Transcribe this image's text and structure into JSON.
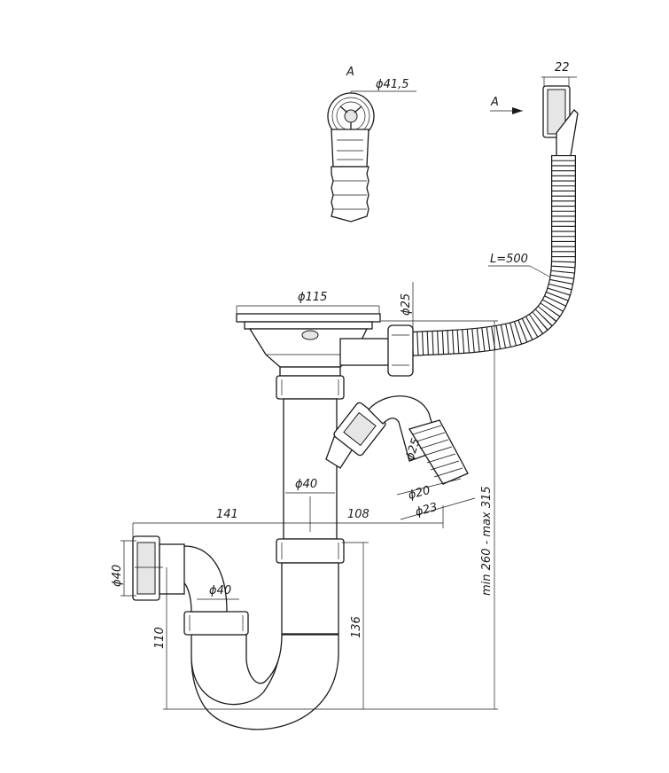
{
  "view_label": "A",
  "view_arrow_label": "A",
  "dimensions": {
    "overflow_diameter": "ϕ41,5",
    "overflow_width": "22",
    "hose_length": "L=500",
    "drain_diameter": "ϕ115",
    "overflow_connection": "ϕ25",
    "pipe_diameter": "ϕ40",
    "side_outlet_diameter": "ϕ25",
    "side_outlet_d20": "ϕ20",
    "side_outlet_d23": "ϕ23",
    "offset_left": "141",
    "offset_right": "108",
    "outlet_diameter": "ϕ40",
    "trap_pipe_diameter": "ϕ40",
    "outlet_height": "110",
    "trap_height": "136",
    "total_height": "min 260 - max 315"
  }
}
